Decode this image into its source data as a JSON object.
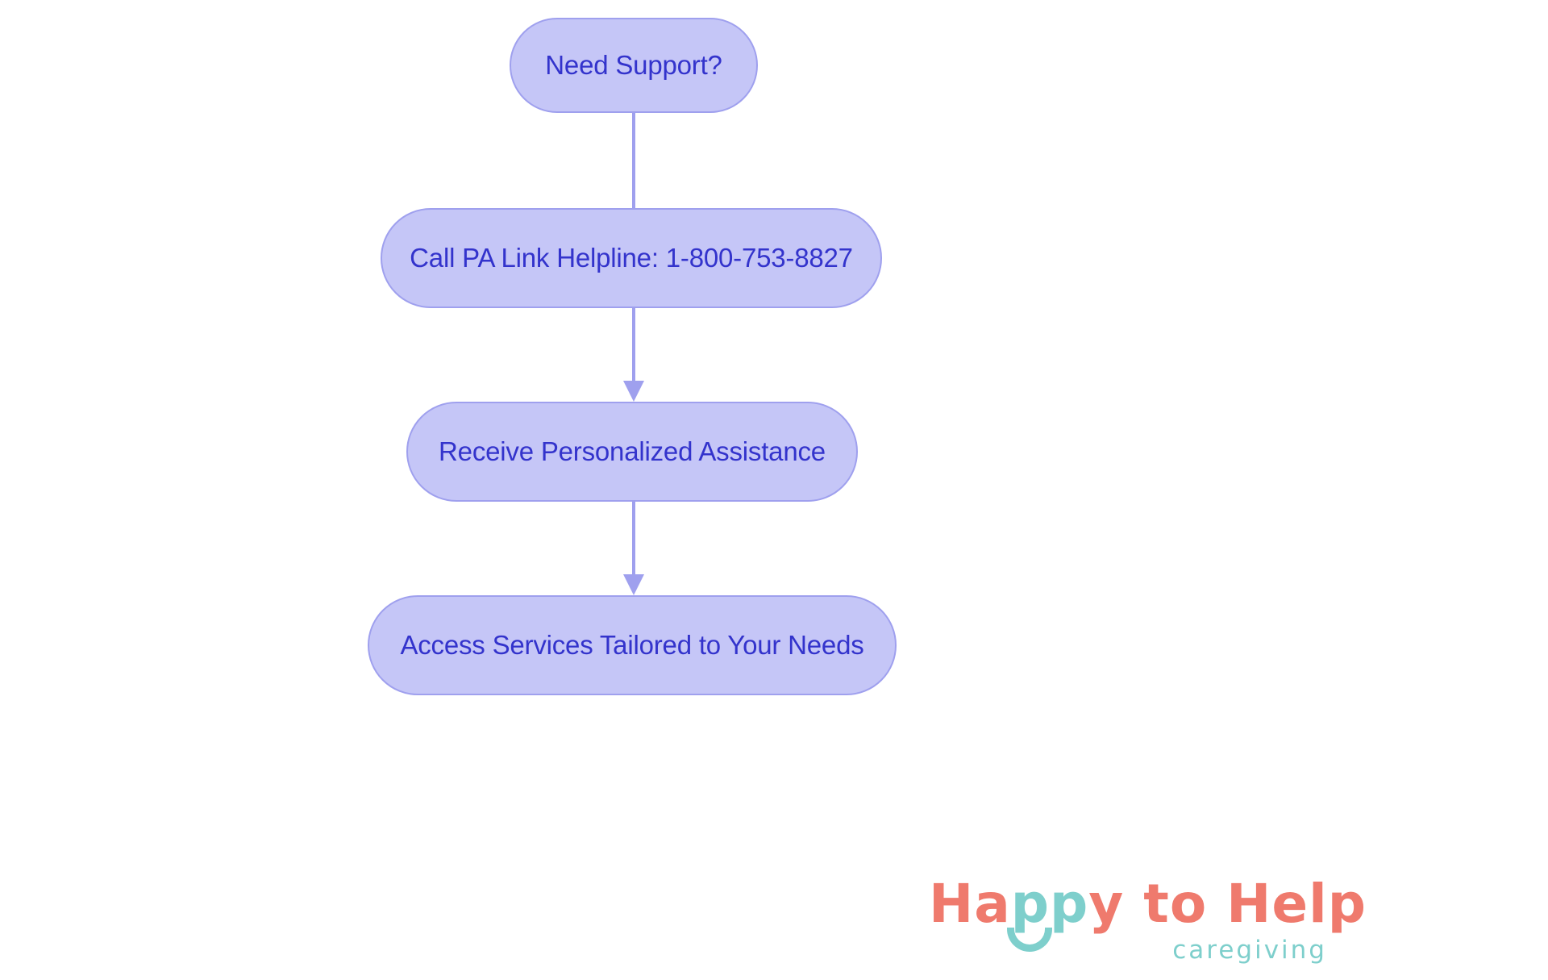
{
  "diagram": {
    "type": "flowchart",
    "orientation": "top-to-bottom",
    "colors": {
      "node_fill": "#c5c6f7",
      "node_border": "#9fa0ee",
      "node_text": "#3333cc",
      "connector": "#9fa0ee",
      "background": "#ffffff"
    },
    "nodes": [
      {
        "id": "n1",
        "label": "Need Support?"
      },
      {
        "id": "n2",
        "label": "Call PA Link Helpline: 1-800-753-8827"
      },
      {
        "id": "n3",
        "label": "Receive Personalized Assistance"
      },
      {
        "id": "n4",
        "label": "Access Services Tailored to Your Needs"
      }
    ],
    "edges": [
      {
        "from": "n1",
        "to": "n2"
      },
      {
        "from": "n2",
        "to": "n3"
      },
      {
        "from": "n3",
        "to": "n4"
      }
    ]
  },
  "logo": {
    "word_before": "Ha",
    "word_pp": "pp",
    "word_after": "y to Help",
    "tagline": "caregiving",
    "primary_color": "#ef7a6d",
    "accent_color": "#7ecfcc"
  }
}
